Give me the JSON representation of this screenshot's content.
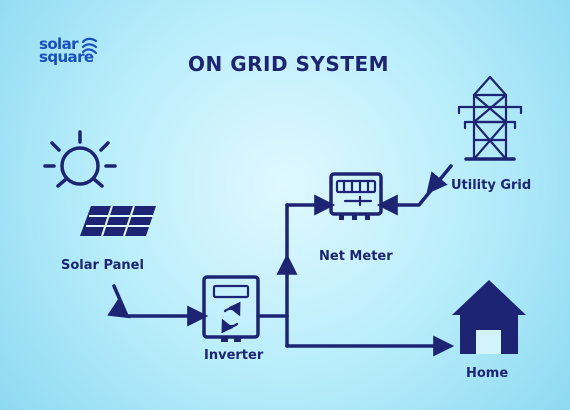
{
  "brand": {
    "logo_line1": "solar",
    "logo_line2": "square"
  },
  "title": "ON GRID SYSTEM",
  "labels": {
    "solar_panel": "Solar Panel",
    "inverter": "Inverter",
    "net_meter": "Net Meter",
    "utility_grid": "Utility Grid",
    "home": "Home"
  },
  "icons": {
    "sun": "sun-icon",
    "solar_panel": "solar-panel-icon",
    "inverter": "inverter-icon",
    "net_meter": "net-meter-icon",
    "utility_grid": "power-tower-icon",
    "home": "home-icon"
  },
  "colors": {
    "background_center": "#e0f8ff",
    "background_edge": "#8ed9f1",
    "diagram_navy": "#1c2473",
    "logo_blue": "#174ec2"
  }
}
